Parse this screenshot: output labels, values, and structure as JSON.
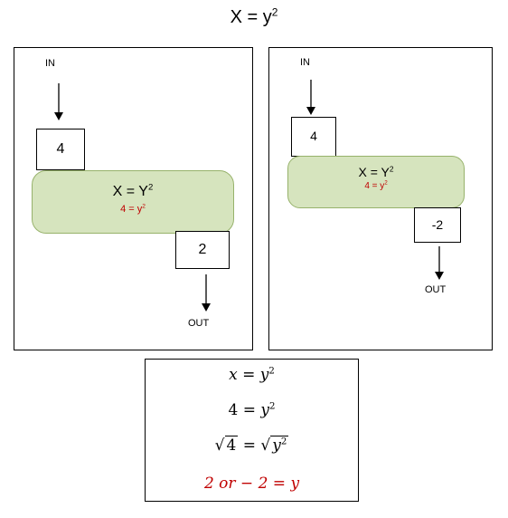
{
  "title": {
    "lhs": "X = y",
    "exp": "2"
  },
  "left": {
    "in_label": "IN",
    "input_value": "4",
    "machine_formula": {
      "base": "X = Y",
      "exp": "2"
    },
    "machine_sub": {
      "base": "4 = y",
      "exp": "2"
    },
    "output_value": "2",
    "out_label": "OUT"
  },
  "right": {
    "in_label": "IN",
    "input_value": "4",
    "machine_formula": {
      "base": "X = Y",
      "exp": "2"
    },
    "machine_sub": {
      "base": "4 = y",
      "exp": "2"
    },
    "output_value": "-2",
    "out_label": "OUT"
  },
  "solution": {
    "line1": {
      "lhs": "x",
      "eq": " = ",
      "rhs": "y",
      "exp": "2"
    },
    "line2": {
      "lhs": "4",
      "eq": " = ",
      "rhs": "y",
      "exp": "2"
    },
    "line3": {
      "lhs": "4",
      "eq": " = ",
      "rhs": "y",
      "exp": "2"
    },
    "line4": "2 or − 2 = y"
  },
  "colors": {
    "machine_fill": "#d6e4be",
    "machine_border": "#97b26b",
    "highlight": "#c00000"
  }
}
